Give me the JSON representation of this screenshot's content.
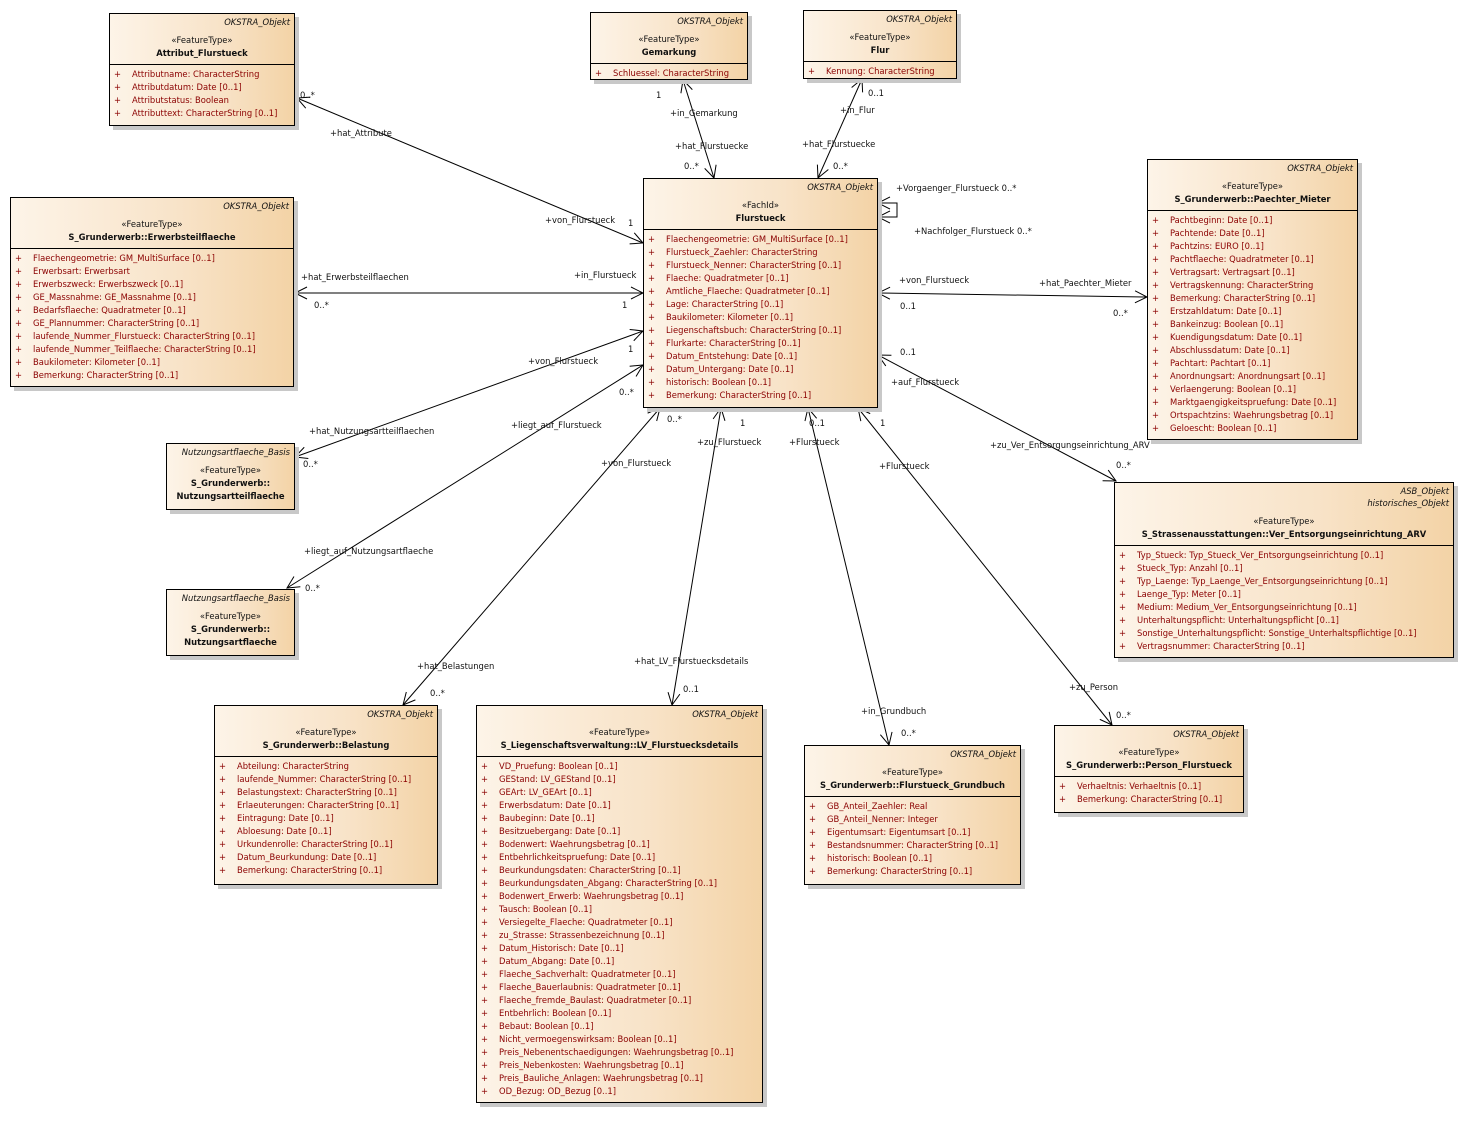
{
  "classes": {
    "attribut_flurstueck": {
      "meta": [
        "OKSTRA_Objekt"
      ],
      "stereotype": "«FeatureType»",
      "name": "Attribut_Flurstueck",
      "attributes": [
        "Attributname: CharacterString",
        "Attributdatum: Date [0..1]",
        "Attributstatus: Boolean",
        "Attributtext: CharacterString [0..1]"
      ]
    },
    "gemarkung": {
      "meta": [
        "OKSTRA_Objekt"
      ],
      "stereotype": "«FeatureType»",
      "name": "Gemarkung",
      "attributes": [
        "Schluessel: CharacterString"
      ]
    },
    "flur": {
      "meta": [
        "OKSTRA_Objekt"
      ],
      "stereotype": "«FeatureType»",
      "name": "Flur",
      "attributes": [
        "Kennung: CharacterString"
      ]
    },
    "flurstueck": {
      "meta": [
        "OKSTRA_Objekt"
      ],
      "stereotype": "«FachId»",
      "name": "Flurstueck",
      "attributes": [
        "Flaechengeometrie: GM_MultiSurface [0..1]",
        "Flurstueck_Zaehler: CharacterString",
        "Flurstueck_Nenner: CharacterString [0..1]",
        "Flaeche: Quadratmeter [0..1]",
        "Amtliche_Flaeche: Quadratmeter [0..1]",
        "Lage: CharacterString [0..1]",
        "Baukilometer: Kilometer [0..1]",
        "Liegenschaftsbuch: CharacterString [0..1]",
        "Flurkarte: CharacterString [0..1]",
        "Datum_Entstehung: Date [0..1]",
        "Datum_Untergang: Date [0..1]",
        "historisch: Boolean [0..1]",
        "Bemerkung: CharacterString [0..1]"
      ]
    },
    "erwerbsteilflaeche": {
      "meta": [
        "OKSTRA_Objekt"
      ],
      "stereotype": "«FeatureType»",
      "name": "S_Grunderwerb::Erwerbsteilflaeche",
      "attributes": [
        "Flaechengeometrie: GM_MultiSurface [0..1]",
        "Erwerbsart: Erwerbsart",
        "Erwerbszweck: Erwerbszweck [0..1]",
        "GE_Massnahme: GE_Massnahme [0..1]",
        "Bedarfsflaeche: Quadratmeter [0..1]",
        "GE_Plannummer: CharacterString [0..1]",
        "laufende_Nummer_Flurstueck: CharacterString [0..1]",
        "laufende_Nummer_Teilflaeche: CharacterString [0..1]",
        "Baukilometer: Kilometer [0..1]",
        "Bemerkung: CharacterString [0..1]"
      ]
    },
    "paechter_mieter": {
      "meta": [
        "OKSTRA_Objekt"
      ],
      "stereotype": "«FeatureType»",
      "name": "S_Grunderwerb::Paechter_Mieter",
      "attributes": [
        "Pachtbeginn: Date [0..1]",
        "Pachtende: Date [0..1]",
        "Pachtzins: EURO [0..1]",
        "Pachtflaeche: Quadratmeter [0..1]",
        "Vertragsart: Vertragsart [0..1]",
        "Vertragskennung: CharacterString",
        "Bemerkung: CharacterString [0..1]",
        "Erstzahldatum: Date [0..1]",
        "Bankeinzug: Boolean [0..1]",
        "Kuendigungsdatum: Date [0..1]",
        "Abschlussdatum: Date [0..1]",
        "Pachtart: Pachtart [0..1]",
        "Anordnungsart: Anordnungsart [0..1]",
        "Verlaengerung: Boolean [0..1]",
        "Marktgaengigkeitspruefung: Date [0..1]",
        "Ortspachtzins: Waehrungsbetrag [0..1]",
        "Geloescht: Boolean [0..1]"
      ]
    },
    "nutzungsartteilflaeche": {
      "meta": [
        "Nutzungsartflaeche_Basis"
      ],
      "stereotype": "«FeatureType»",
      "name": "S_Grunderwerb::",
      "name2": "Nutzungsartteilflaeche",
      "attributes": []
    },
    "nutzungsartflaeche": {
      "meta": [
        "Nutzungsartflaeche_Basis"
      ],
      "stereotype": "«FeatureType»",
      "name": "S_Grunderwerb::",
      "name2": "Nutzungsartflaeche",
      "attributes": []
    },
    "ver_entsorgung": {
      "meta": [
        "ASB_Objekt",
        "historisches_Objekt"
      ],
      "stereotype": "«FeatureType»",
      "name": "S_Strassenausstattungen::Ver_Entsorgungseinrichtung_ARV",
      "attributes": [
        "Typ_Stueck: Typ_Stueck_Ver_Entsorgungseinrichtung [0..1]",
        "Stueck_Typ: Anzahl [0..1]",
        "Typ_Laenge: Typ_Laenge_Ver_Entsorgungseinrichtung [0..1]",
        "Laenge_Typ: Meter [0..1]",
        "Medium: Medium_Ver_Entsorgungseinrichtung [0..1]",
        "Unterhaltungspflicht: Unterhaltungspflicht [0..1]",
        "Sonstige_Unterhaltungspflicht: Sonstige_Unterhaltspflichtige [0..1]",
        "Vertragsnummer: CharacterString [0..1]"
      ]
    },
    "belastung": {
      "meta": [
        "OKSTRA_Objekt"
      ],
      "stereotype": "«FeatureType»",
      "name": "S_Grunderwerb::Belastung",
      "attributes": [
        "Abteilung: CharacterString",
        "laufende_Nummer: CharacterString [0..1]",
        "Belastungstext: CharacterString [0..1]",
        "Erlaeuterungen: CharacterString [0..1]",
        "Eintragung: Date [0..1]",
        "Abloesung: Date [0..1]",
        "Urkundenrolle: CharacterString [0..1]",
        "Datum_Beurkundung: Date [0..1]",
        "Bemerkung: CharacterString [0..1]"
      ]
    },
    "lv_flurstuecksdetails": {
      "meta": [
        "OKSTRA_Objekt"
      ],
      "stereotype": "«FeatureType»",
      "name": "S_Liegenschaftsverwaltung::LV_Flurstuecksdetails",
      "attributes": [
        "VD_Pruefung: Boolean [0..1]",
        "GEStand: LV_GEStand [0..1]",
        "GEArt: LV_GEArt [0..1]",
        "Erwerbsdatum: Date [0..1]",
        "Baubeginn: Date [0..1]",
        "Besitzuebergang: Date [0..1]",
        "Bodenwert: Waehrungsbetrag [0..1]",
        "Entbehrlichkeitspruefung: Date [0..1]",
        "Beurkundungsdaten: CharacterString [0..1]",
        "Beurkundungsdaten_Abgang: CharacterString [0..1]",
        "Bodenwert_Erwerb: Waehrungsbetrag [0..1]",
        "Tausch: Boolean [0..1]",
        "Versiegelte_Flaeche: Quadratmeter [0..1]",
        "zu_Strasse: Strassenbezeichnung [0..1]",
        "Datum_Historisch: Date [0..1]",
        "Datum_Abgang: Date [0..1]",
        "Flaeche_Sachverhalt: Quadratmeter [0..1]",
        "Flaeche_Bauerlaubnis: Quadratmeter [0..1]",
        "Flaeche_fremde_Baulast: Quadratmeter [0..1]",
        "Entbehrlich: Boolean [0..1]",
        "Bebaut: Boolean [0..1]",
        "Nicht_vermoegenswirksam: Boolean [0..1]",
        "Preis_Nebenentschaedigungen: Waehrungsbetrag [0..1]",
        "Preis_Nebenkosten: Waehrungsbetrag [0..1]",
        "Preis_Bauliche_Anlagen: Waehrungsbetrag [0..1]",
        "OD_Bezug: OD_Bezug [0..1]"
      ]
    },
    "flurstueck_grundbuch": {
      "meta": [
        "OKSTRA_Objekt"
      ],
      "stereotype": "«FeatureType»",
      "name": "S_Grunderwerb::Flurstueck_Grundbuch",
      "attributes": [
        "GB_Anteil_Zaehler: Real",
        "GB_Anteil_Nenner: Integer",
        "Eigentumsart: Eigentumsart [0..1]",
        "Bestandsnummer: CharacterString [0..1]",
        "historisch: Boolean [0..1]",
        "Bemerkung: CharacterString [0..1]"
      ]
    },
    "person_flurstueck": {
      "meta": [
        "OKSTRA_Objekt"
      ],
      "stereotype": "«FeatureType»",
      "name": "S_Grunderwerb::Person_Flurstueck",
      "attributes": [
        "Verhaeltnis: Verhaeltnis [0..1]",
        "Bemerkung: CharacterString [0..1]"
      ]
    }
  },
  "associations": [
    {
      "id": "attribute",
      "from": "flurstueck",
      "to": "attribut_flurstueck",
      "role_from": "+von_Flurstueck",
      "mult_from": "1",
      "role_to": "+hat_Attribute",
      "mult_to": "0..*"
    },
    {
      "id": "gemarkung",
      "from": "flurstueck",
      "to": "gemarkung",
      "role_from": "+hat_Flurstuecke",
      "mult_from": "0..*",
      "role_to": "+in_Gemarkung",
      "mult_to": "1"
    },
    {
      "id": "flur",
      "from": "flurstueck",
      "to": "flur",
      "role_from": "+hat_Flurstuecke",
      "mult_from": "0..*",
      "role_to": "+in_Flur",
      "mult_to": "0..1"
    },
    {
      "id": "self",
      "from": "flurstueck",
      "to": "flurstueck",
      "role_from": "+Vorgaenger_Flurstueck 0..*",
      "role_to": "+Nachfolger_Flurstueck 0..*"
    },
    {
      "id": "erwerb",
      "from": "flurstueck",
      "to": "erwerbsteilflaeche",
      "role_from": "+in_Flurstueck",
      "mult_from": "1",
      "role_to": "+hat_Erwerbsteilflaechen",
      "mult_to": "0..*"
    },
    {
      "id": "paechter",
      "from": "flurstueck",
      "to": "paechter_mieter",
      "role_from": "+von_Flurstueck",
      "mult_from": "0..1",
      "role_to": "+hat_Paechter_Mieter",
      "mult_to": "0..*"
    },
    {
      "id": "nutzteil",
      "from": "flurstueck",
      "to": "nutzungsartteilflaeche",
      "role_from": "+von_Flurstueck",
      "mult_from": "1",
      "role_to": "+hat_Nutzungsartteilflaechen",
      "mult_to": "0..*"
    },
    {
      "id": "nutz",
      "from": "flurstueck",
      "to": "nutzungsartflaeche",
      "role_from": "+liegt_auf_Flurstueck",
      "mult_from": "0..*",
      "role_to": "+liegt_auf_Nutzungsartflaeche",
      "mult_to": "0..*"
    },
    {
      "id": "ver",
      "from": "flurstueck",
      "to": "ver_entsorgung",
      "role_from": "+auf_Flurstueck",
      "mult_from": "0..1",
      "role_to": "+zu_Ver_Entsorgungseinrichtung_ARV",
      "mult_to": "0..*"
    },
    {
      "id": "belastung",
      "from": "flurstueck",
      "to": "belastung",
      "role_from": "+von_Flurstueck",
      "mult_from": "0..*",
      "role_to": "+hat_Belastungen",
      "mult_to": "0..*"
    },
    {
      "id": "lv",
      "from": "flurstueck",
      "to": "lv_flurstuecksdetails",
      "role_from": "+zu_Flurstueck",
      "mult_from": "1",
      "role_to": "+hat_LV_Flurstuecksdetails",
      "mult_to": "0..1"
    },
    {
      "id": "grundbuch",
      "from": "flurstueck",
      "to": "flurstueck_grundbuch",
      "role_from": "+Flurstueck",
      "mult_from": "0..1",
      "role_to": "+in_Grundbuch",
      "mult_to": "0..*"
    },
    {
      "id": "person",
      "from": "flurstueck",
      "to": "person_flurstueck",
      "role_from": "+Flurstueck",
      "mult_from": "1",
      "role_to": "+zu_Person",
      "mult_to": "0..*"
    }
  ]
}
